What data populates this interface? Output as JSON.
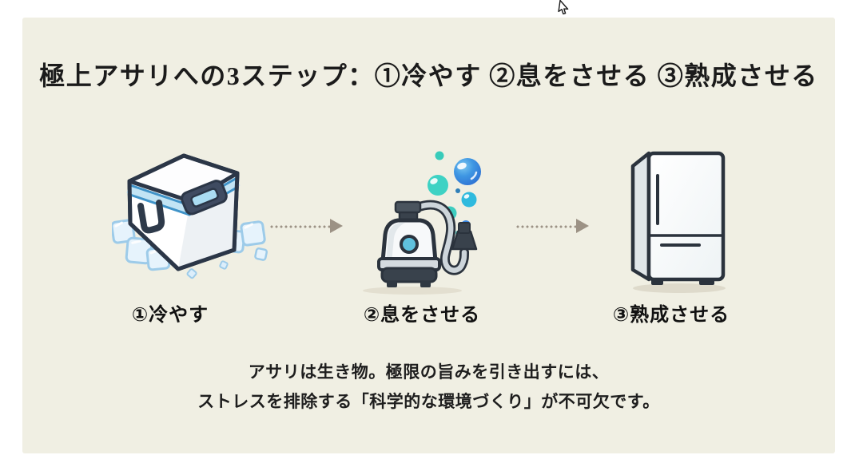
{
  "slide": {
    "title": "極上アサリへの3ステップ：①冷やす ②息をさせる ③熟成させる",
    "steps": [
      {
        "label": "①冷やす",
        "icon": "cooler-box-icon"
      },
      {
        "label": "②息をさせる",
        "icon": "air-pump-icon"
      },
      {
        "label": "③熟成させる",
        "icon": "refrigerator-icon"
      }
    ],
    "caption": {
      "line1": "アサリは生き物。極限の旨みを引き出すには、",
      "line2": "ストレスを排除する「科学的な環境づくり」が不可欠です。"
    },
    "colors": {
      "page_background": "#ffffff",
      "panel_background": "#f0efe3",
      "text": "#1b1b1b",
      "arrow": "#9c9285",
      "cooler_accent_blue": "#3f93c8",
      "bubble_teal": "#3ed2c4",
      "bubble_blue": "#3f97e3",
      "outline_dark": "#2b333d"
    }
  }
}
